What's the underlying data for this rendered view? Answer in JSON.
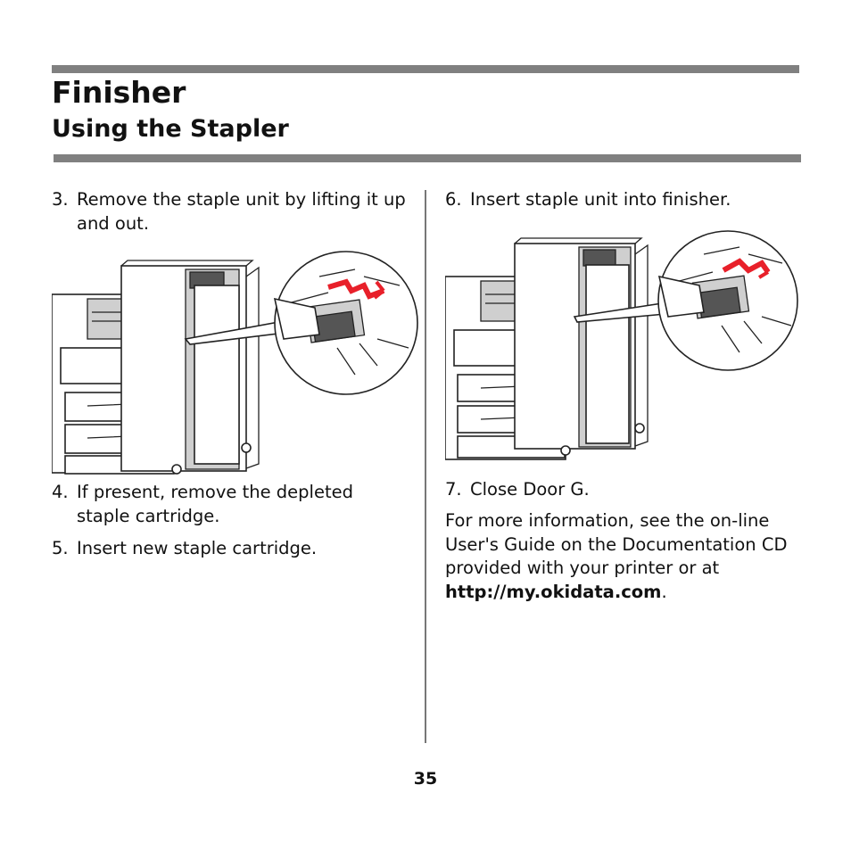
{
  "header": {
    "title": "Finisher",
    "subtitle": "Using the Stapler"
  },
  "left": {
    "step3": {
      "num": "3.",
      "text": "Remove the staple unit by lifting it up and out."
    },
    "step4": {
      "num": "4.",
      "text": "If present, remove the depleted staple cartridge."
    },
    "step5": {
      "num": "5.",
      "text": "Insert new staple cartridge."
    }
  },
  "right": {
    "step6": {
      "num": "6.",
      "text": "Insert staple unit into finisher."
    },
    "step7": {
      "num": "7.",
      "text": "Close Door G."
    },
    "info": {
      "text": "For more information, see the on-line User's Guide on the Documentation CD provided with your printer or at ",
      "link": "http://my.okidata.com",
      "suffix": "."
    }
  },
  "arrow_color": "#e8202a",
  "page_number": "35"
}
